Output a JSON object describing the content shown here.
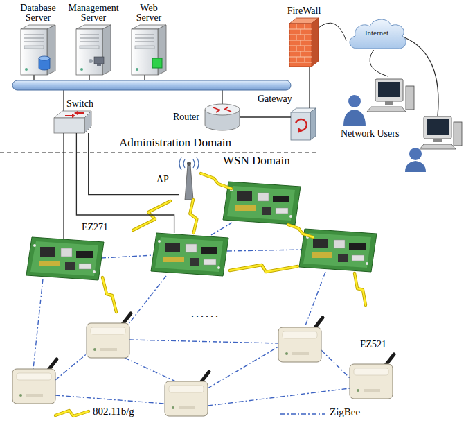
{
  "diagram": {
    "nodes": [
      {
        "text": [
          "Database Server"
        ]
      },
      {
        "text": [
          "Management Server"
        ]
      },
      {
        "text": [
          "Web Server"
        ]
      },
      {
        "text": [
          "FireWall"
        ]
      },
      {
        "text": [
          "Internet"
        ]
      },
      {
        "text": [
          "Switch"
        ]
      },
      {
        "text": [
          "Router"
        ]
      },
      {
        "text": [
          "Gateway"
        ]
      },
      {
        "text": [
          "Network Users"
        ]
      },
      {
        "text": [
          "AP"
        ]
      },
      {
        "text": [
          "EZ271"
        ]
      },
      {
        "text": [
          "EZ521"
        ]
      }
    ],
    "edges": [
      {
        "from": 5,
        "to": 9,
        "arrow": "none"
      },
      {
        "from": 5,
        "to": 10,
        "arrow": "none"
      },
      {
        "from": 6,
        "to": 7,
        "arrow": "none"
      },
      {
        "from": 7,
        "to": 3,
        "arrow": "none"
      },
      {
        "from": 3,
        "to": 4,
        "arrow": "none"
      },
      {
        "from": 4,
        "to": 8,
        "arrow": "none"
      },
      {
        "from": 9,
        "to": 10,
        "arrow": "none"
      }
    ],
    "labels": [
      "Administration Domain",
      "WSN Domain",
      "......"
    ],
    "legend": [
      {
        "text": "802.11b/g"
      },
      {
        "text": "ZigBee"
      }
    ]
  }
}
